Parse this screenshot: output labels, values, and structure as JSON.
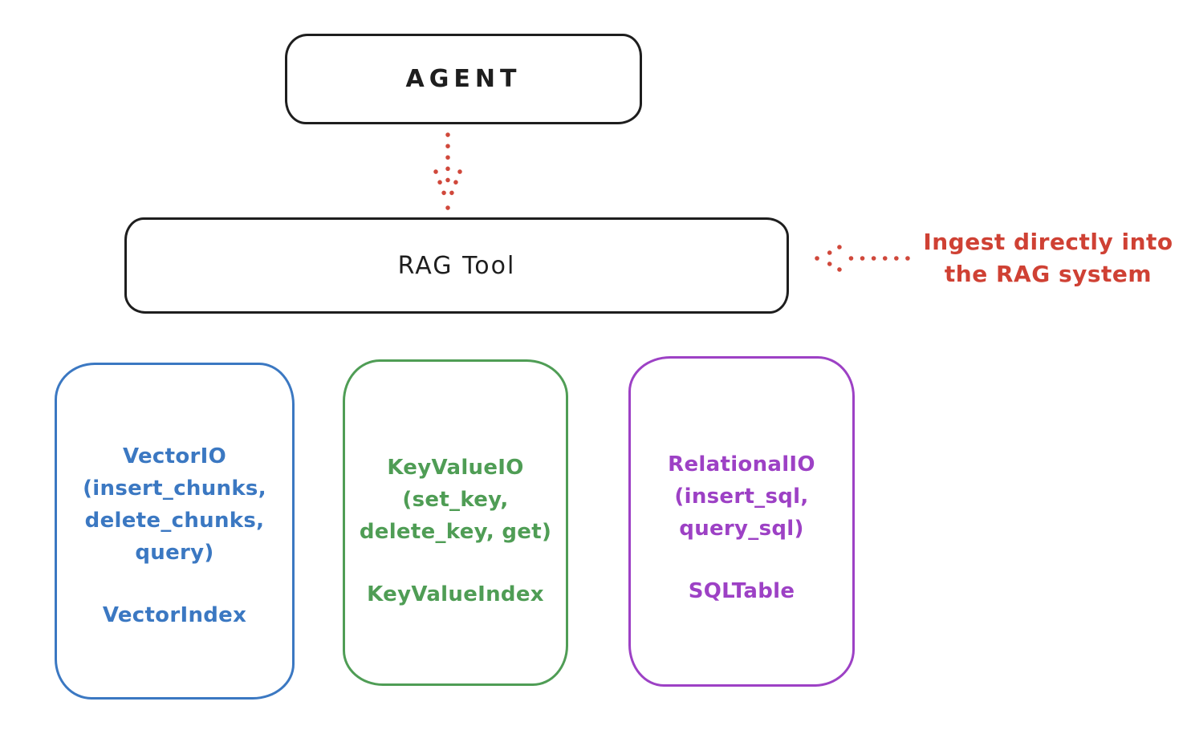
{
  "nodes": {
    "agent": {
      "label": "AGENT"
    },
    "rag_tool": {
      "label": "RAG Tool"
    }
  },
  "annotation": {
    "line1": "Ingest directly into",
    "line2": "the RAG system"
  },
  "arrows": {
    "agent_to_rag": "dotted-down-arrow",
    "ingest_to_rag": "dotted-left-arrow"
  },
  "backends": [
    {
      "name": "vector-io",
      "color": "#3b78c2",
      "lines": [
        "VectorIO",
        "(insert_chunks,",
        "delete_chunks,",
        "query)"
      ],
      "index_label": "VectorIndex"
    },
    {
      "name": "key-value-io",
      "color": "#4f9d55",
      "lines": [
        "KeyValueIO",
        "(set_key,",
        "delete_key, get)"
      ],
      "index_label": "KeyValueIndex"
    },
    {
      "name": "relational-io",
      "color": "#9d41c5",
      "lines": [
        "RelationalIO",
        "(insert_sql,",
        "query_sql)"
      ],
      "index_label": "SQLTable"
    }
  ],
  "colors": {
    "stroke_black": "#1e1e1e",
    "accent_red": "#cf4134",
    "blue": "#3b78c2",
    "green": "#4f9d55",
    "purple": "#9d41c5",
    "background": "#ffffff"
  }
}
